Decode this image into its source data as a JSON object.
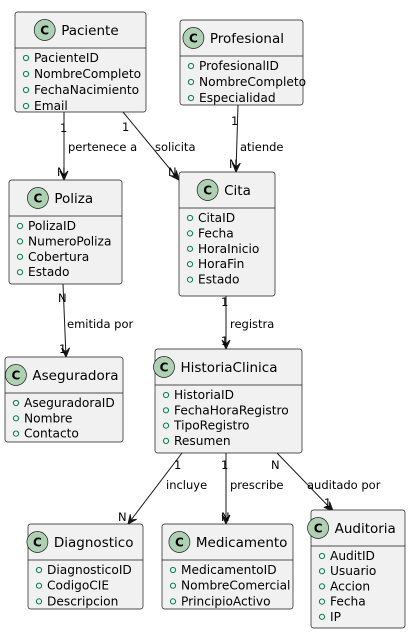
{
  "classes": [
    {
      "id": "paciente",
      "stereotype": "C",
      "name": "Paciente",
      "attributes": [
        "PacienteID",
        "NombreCompleto",
        "FechaNacimiento",
        "Email"
      ]
    },
    {
      "id": "profesional",
      "stereotype": "C",
      "name": "Profesional",
      "attributes": [
        "ProfesionalID",
        "NombreCompleto",
        "Especialidad"
      ]
    },
    {
      "id": "poliza",
      "stereotype": "C",
      "name": "Poliza",
      "attributes": [
        "PolizaID",
        "NumeroPoliza",
        "Cobertura",
        "Estado"
      ]
    },
    {
      "id": "cita",
      "stereotype": "C",
      "name": "Cita",
      "attributes": [
        "CitaID",
        "Fecha",
        "HoraInicio",
        "HoraFin",
        "Estado"
      ]
    },
    {
      "id": "aseguradora",
      "stereotype": "C",
      "name": "Aseguradora",
      "attributes": [
        "AseguradoraID",
        "Nombre",
        "Contacto"
      ]
    },
    {
      "id": "historia",
      "stereotype": "C",
      "name": "HistoriaClinica",
      "attributes": [
        "HistoriaID",
        "FechaHoraRegistro",
        "TipoRegistro",
        "Resumen"
      ]
    },
    {
      "id": "diagnostico",
      "stereotype": "C",
      "name": "Diagnostico",
      "attributes": [
        "DiagnosticoID",
        "CodigoCIE",
        "Descripcion"
      ]
    },
    {
      "id": "medicamento",
      "stereotype": "C",
      "name": "Medicamento",
      "attributes": [
        "MedicamentoID",
        "NombreComercial",
        "PrincipioActivo"
      ]
    },
    {
      "id": "auditoria",
      "stereotype": "C",
      "name": "Auditoria",
      "attributes": [
        "AuditID",
        "Usuario",
        "Accion",
        "Fecha",
        "IP"
      ]
    }
  ],
  "relations": [
    {
      "id": "paciente-poliza",
      "label": "pertenece a",
      "source_mult": "1",
      "target_mult": "N"
    },
    {
      "id": "paciente-cita",
      "label": "solicita",
      "source_mult": "1",
      "target_mult": "N"
    },
    {
      "id": "profesional-cita",
      "label": "atiende",
      "source_mult": "1",
      "target_mult": "N"
    },
    {
      "id": "poliza-aseguradora",
      "label": "emitida por",
      "source_mult": "N",
      "target_mult": "1"
    },
    {
      "id": "cita-historia",
      "label": "registra",
      "source_mult": "1",
      "target_mult": "1"
    },
    {
      "id": "historia-diagnostico",
      "label": "incluye",
      "source_mult": "1",
      "target_mult": "N"
    },
    {
      "id": "historia-medicamento",
      "label": "prescribe",
      "source_mult": "1",
      "target_mult": "N"
    },
    {
      "id": "historia-auditoria",
      "label": "auditado por",
      "source_mult": "N",
      "target_mult": "1"
    }
  ],
  "colors": {
    "box_fill": "#f1f1f1",
    "box_border": "#181818",
    "badge_fill": "#add1b2",
    "attribute_marker": "#038048",
    "edge": "#181818"
  }
}
